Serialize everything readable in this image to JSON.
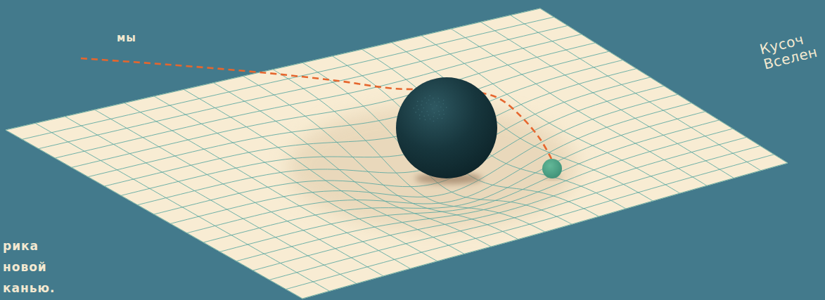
{
  "diagram": {
    "labels": [
      "мы",
      "Кусоч Вселен",
      "рика новой канью."
    ]
  }
}
